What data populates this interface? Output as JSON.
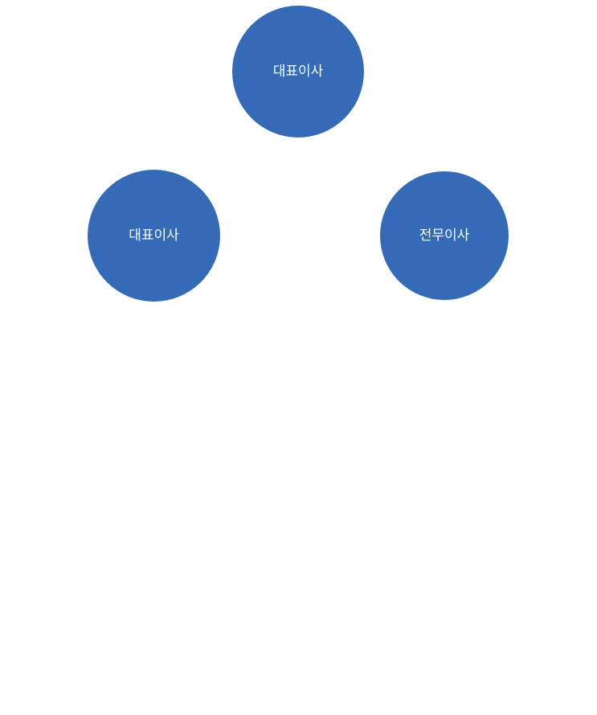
{
  "diagram": {
    "colors": {
      "node_fill": "#346ab6",
      "label_text": "#ffffff",
      "background": "#ffffff"
    },
    "nodes": [
      {
        "id": "top",
        "label": "대표이사"
      },
      {
        "id": "left",
        "label": "대표이사"
      },
      {
        "id": "right",
        "label": "전무이사"
      }
    ]
  }
}
